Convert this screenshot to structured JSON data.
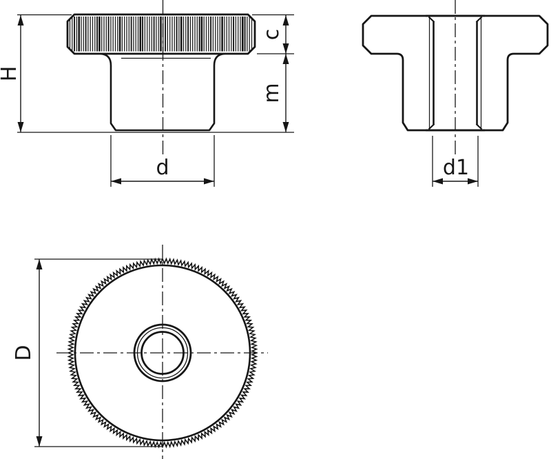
{
  "labels": {
    "overall_height": "H",
    "head_thickness": "c",
    "shank_height": "m",
    "shank_diameter": "d",
    "thread_diameter": "d1",
    "knob_diameter": "D"
  },
  "colors": {
    "line": "#161616",
    "section_fill": "#e7e7e7",
    "background": "#ffffff"
  }
}
